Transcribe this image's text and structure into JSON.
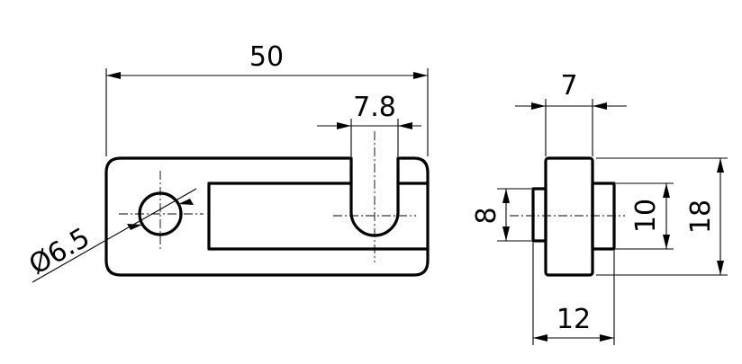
{
  "drawing": {
    "front_view": {
      "overall_length": "50",
      "slot_width": "7.8",
      "hole_diameter": "Ø6.5"
    },
    "side_view": {
      "thickness": "7",
      "boss_inner": "8",
      "boss_outer": "10",
      "height": "18",
      "overall_width": "12"
    },
    "colors": {
      "line": "#000000",
      "background": "#ffffff"
    }
  }
}
